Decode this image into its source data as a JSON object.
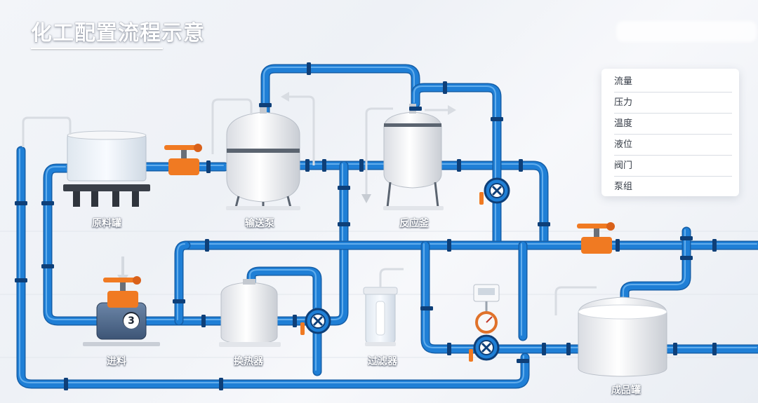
{
  "title": "化工配置流程示意",
  "legend": {
    "items": [
      "流量",
      "压力",
      "温度",
      "液位",
      "阀门",
      "泵组"
    ]
  },
  "equipment": {
    "raw_tank": "原料罐",
    "transfer_pump": "输送泵",
    "reactor": "反应釜",
    "feed": "进料",
    "heat_exchanger": "换热器",
    "filter": "过滤器",
    "product_tank": "成品罐"
  },
  "pump_number": "3",
  "colors": {
    "pipe": "#1f7fd6",
    "pipe_dark": "#155fa8",
    "joint": "#0e3f78",
    "valve_handle": "#f07a22",
    "vessel": "#f2f3f5",
    "base": "#3a3f48"
  }
}
